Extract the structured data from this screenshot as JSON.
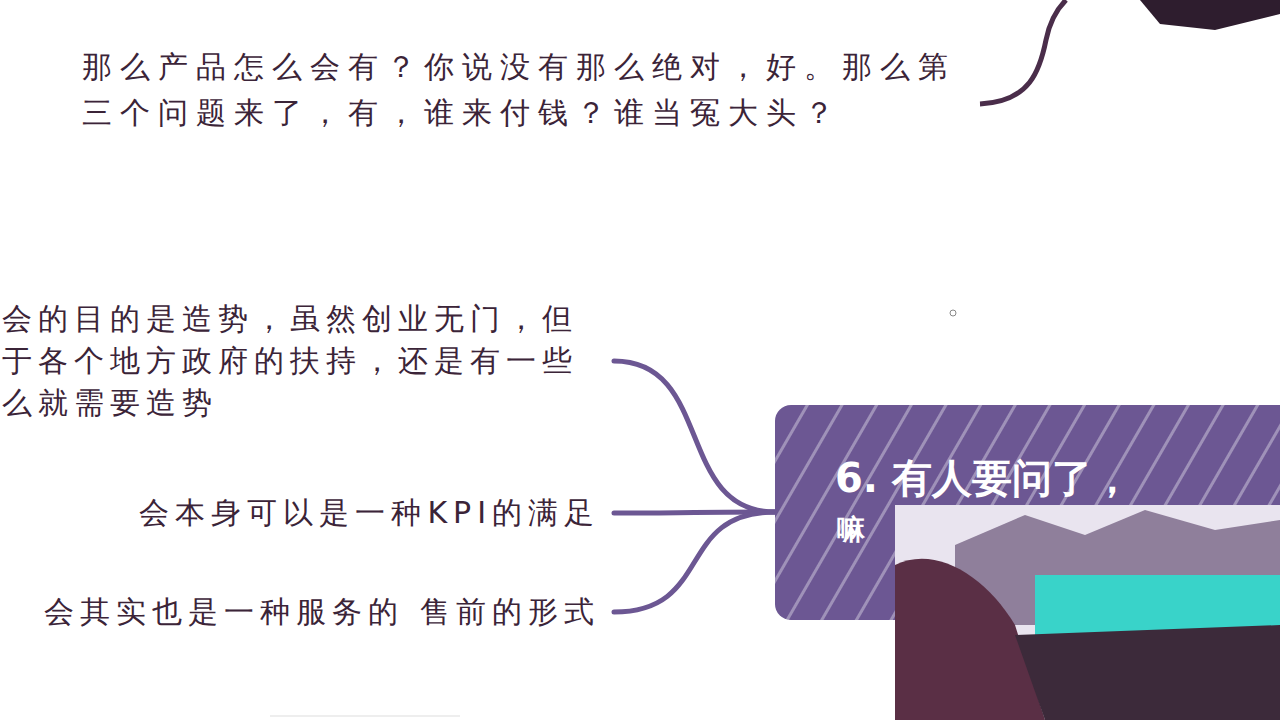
{
  "diagram": {
    "nodes": [
      {
        "text": [
          "会的目的是造势，虽然创业无门，但 于各个地方政府的扶持，还是有一些 么就需要造势"
        ]
      },
      {
        "text": [
          "会本身可以是一种KPI的满足"
        ]
      },
      {
        "text": [
          "会其实也是一种服务的 售前的形式"
        ]
      },
      {
        "text": [
          "6. 有人要问了，",
          "嘛"
        ]
      }
    ],
    "edges": [
      {
        "from": 3,
        "to": 0,
        "arrow": "none"
      },
      {
        "from": 3,
        "to": 1,
        "arrow": "none"
      },
      {
        "from": 3,
        "to": 2,
        "arrow": "none"
      }
    ],
    "labels": [
      "那么产品怎么会有？你说没有那么绝对，好。那么第 三个问题来了，有，谁来付钱？谁当冤大头？"
    ]
  }
}
